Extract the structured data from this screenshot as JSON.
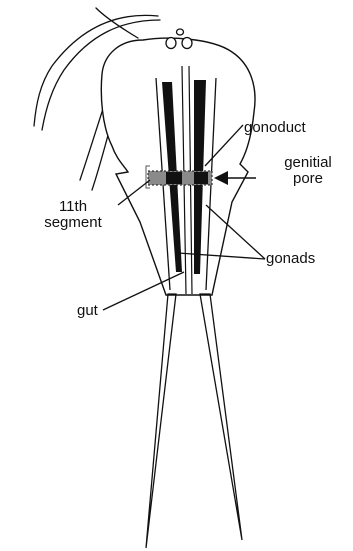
{
  "labels": {
    "gonoduct": "gonoduct",
    "genitial_pore_line1": "genitial",
    "genitial_pore_line2": "pore",
    "eleventh_segment_line1": "11th",
    "eleventh_segment_line2": "segment",
    "gonads": "gonads",
    "gut": "gut"
  },
  "colors": {
    "ink": "#111111",
    "background": "#ffffff",
    "pore_band": "#777777"
  }
}
